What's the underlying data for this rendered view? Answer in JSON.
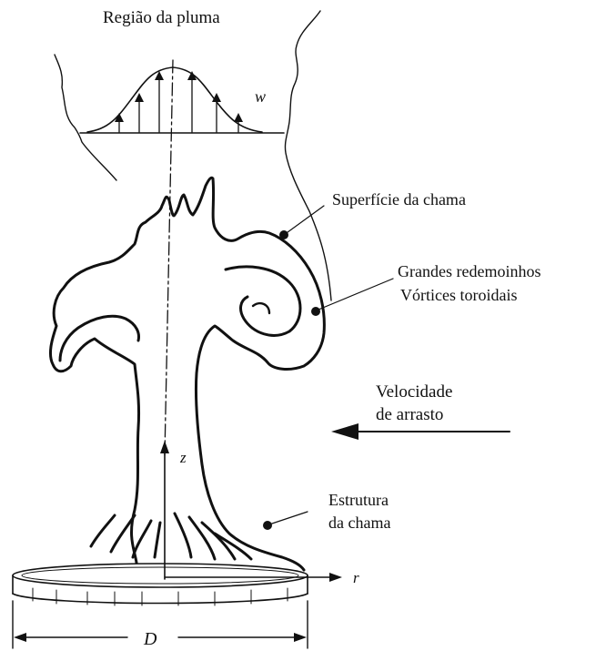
{
  "labels": {
    "plume_region": "Região da pluma",
    "w": "w",
    "flame_surface": "Superfície da chama",
    "large_eddies_1": "Grandes redemoinhos",
    "large_eddies_2": "Vórtices toroidais",
    "drag_velocity_1": "Velocidade",
    "drag_velocity_2": "de arrasto",
    "flame_structure_1": "Estrutura",
    "flame_structure_2": "da chama",
    "z": "z",
    "r": "r",
    "D": "D"
  },
  "colors": {
    "ink": "#111111",
    "background": "#ffffff"
  }
}
